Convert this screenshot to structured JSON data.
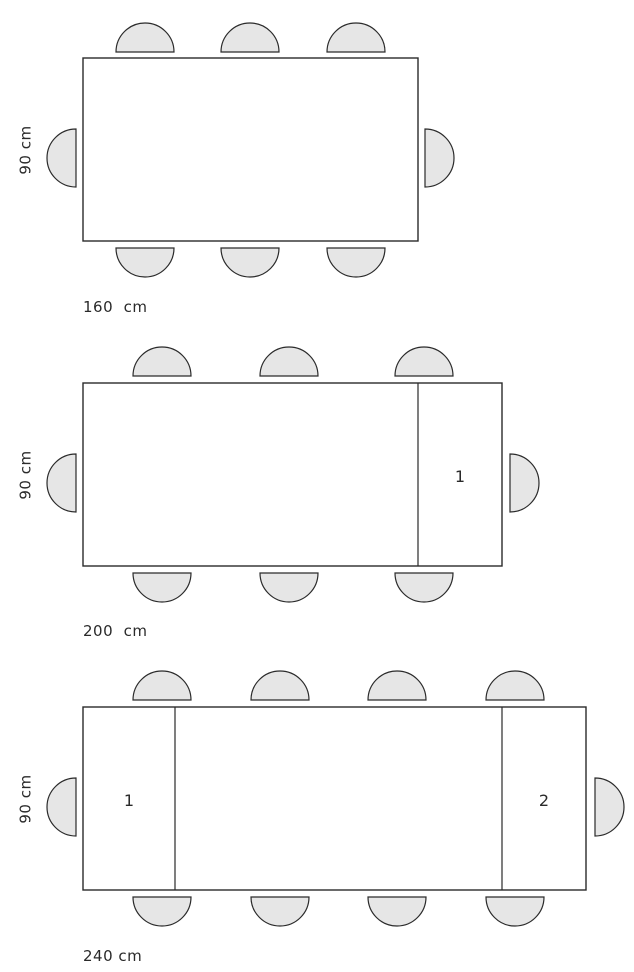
{
  "tables": [
    {
      "name": "table-160",
      "width_label": "160  cm",
      "depth_label": "90 cm",
      "leaves": [],
      "chairs_per_long_side": 3,
      "chairs_per_end": 1
    },
    {
      "name": "table-200",
      "width_label": "200  cm",
      "depth_label": "90 cm",
      "leaves": [
        "1"
      ],
      "chairs_per_long_side": 3,
      "chairs_per_end": 1
    },
    {
      "name": "table-240",
      "width_label": "240 cm",
      "depth_label": "90 cm",
      "leaves": [
        "1",
        "2"
      ],
      "chairs_per_long_side": 4,
      "chairs_per_end": 1
    }
  ],
  "colors": {
    "outline": "#2a2a2a",
    "chair_fill": "#e6e6e6",
    "table_fill": "#ffffff"
  }
}
